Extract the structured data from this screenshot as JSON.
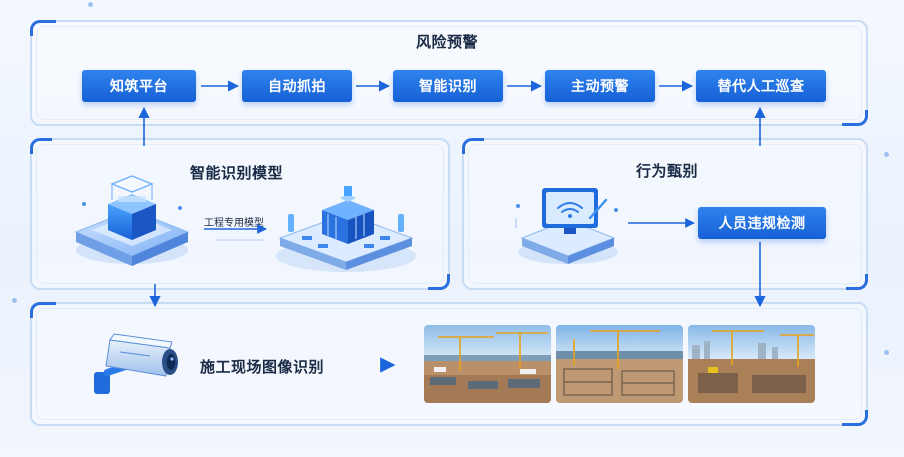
{
  "risk_warning": {
    "title": "风险预警",
    "steps": [
      "知筑平台",
      "自动抓拍",
      "智能识别",
      "主动预警",
      "替代人工巡查"
    ]
  },
  "model": {
    "title": "智能识别模型",
    "arrow_label": "工程专用模型"
  },
  "behavior": {
    "title": "行为甄别",
    "result": "人员违规检测"
  },
  "site": {
    "title": "施工现场图像识别"
  },
  "colors": {
    "primary": "#1b66dc",
    "frame": "#c9dcf5",
    "text": "#1a2a44"
  }
}
